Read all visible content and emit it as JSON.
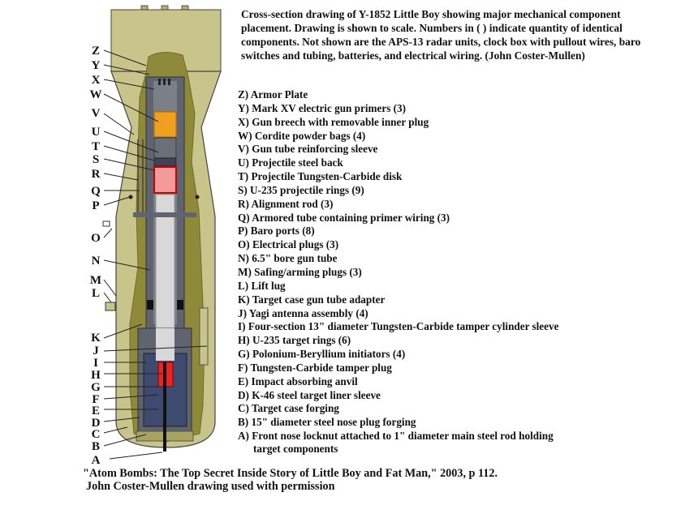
{
  "intro": "Cross-section drawing of Y-1852 Little Boy showing major mechanical component placement. Drawing is shown to scale.  Numbers in ( ) indicate quantity of identical components.  Not shown are the APS-13 radar units, clock box with pullout wires, baro switches and tubing, batteries, and electrical wiring.  (John Coster-Mullen)",
  "letters": [
    "Z",
    "Y",
    "X",
    "W",
    "V",
    "U",
    "T",
    "S",
    "R",
    "Q",
    "P",
    "O",
    "N",
    "M",
    "L",
    "K",
    "J",
    "I",
    "H",
    "G",
    "F",
    "E",
    "D",
    "C",
    "B",
    "A"
  ],
  "legend": [
    "Z)  Armor Plate",
    "Y)  Mark XV electric gun primers (3)",
    "X)  Gun breech with removable inner plug",
    "W) Cordite powder bags (4)",
    "V)  Gun tube reinforcing sleeve",
    "U)  Projectile steel back",
    "T)  Projectile Tungsten-Carbide disk",
    "S)  U-235 projectile rings (9)",
    "R)  Alignment rod (3)",
    "Q)  Armored tube containing primer wiring (3)",
    "P)  Baro ports (8)",
    "O)  Electrical plugs (3)",
    "N)  6.5\" bore gun tube",
    "M)  Safing/arming plugs (3)",
    "L)  Lift lug",
    "K)  Target case gun tube adapter",
    "J)  Yagi antenna assembly (4)",
    "I)  Four-section 13\" diameter Tungsten-Carbide tamper cylinder sleeve",
    "H)  U-235 target rings (6)",
    "G)  Polonium-Beryllium initiators (4)",
    "F)  Tungsten-Carbide tamper plug",
    "E)  Impact absorbing anvil",
    "D)  K-46 steel target liner sleeve",
    "C)  Target case forging",
    "B)  15\" diameter steel nose plug forging"
  ],
  "legend_last": {
    "first": "A)  Front nose locknut attached to 1\" diameter main steel rod holding",
    "second": "target components"
  },
  "citation": [
    "\"Atom Bombs: The Top Secret Inside Story of Little Boy and Fat Man,\" 2003, p 112.",
    "John Coster-Mullen drawing used with permission"
  ],
  "colors": {
    "casing": "#c9c58a",
    "filler": "#8f8a3a",
    "steel": "#5f6470",
    "powder": "#f0a020",
    "uranium": "#e33",
    "bore": "#d8d8d8"
  }
}
